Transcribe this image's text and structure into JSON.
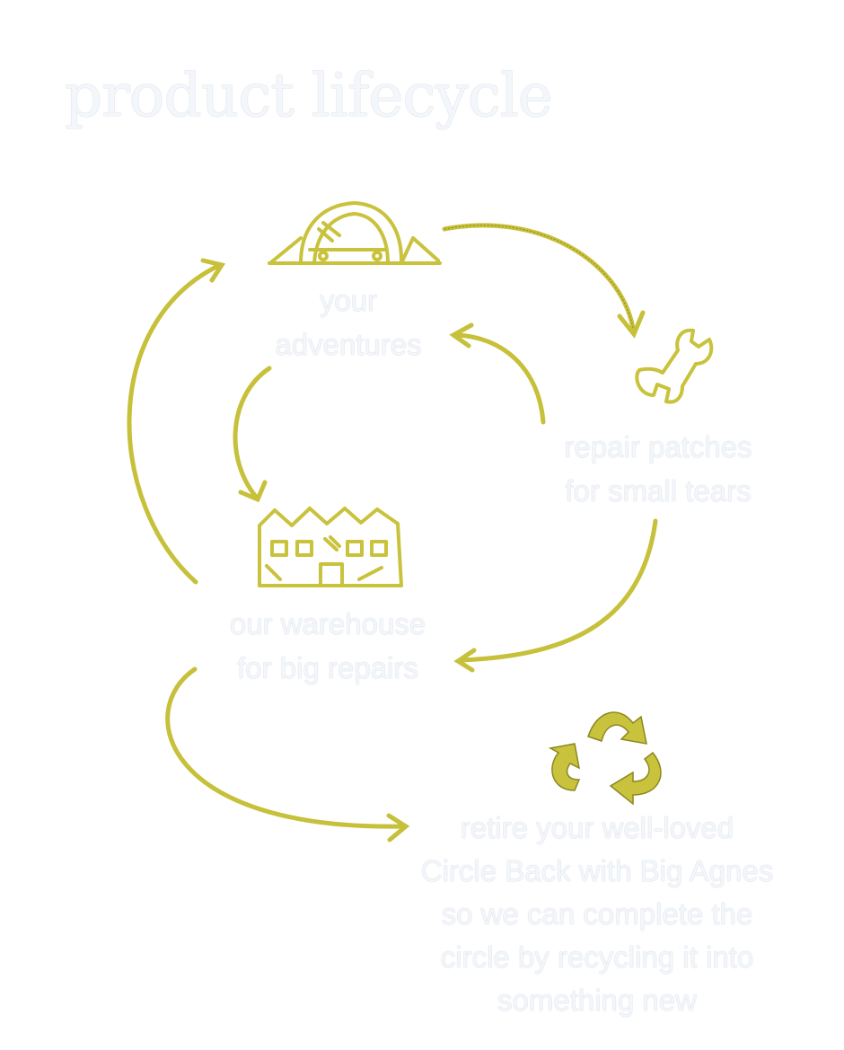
{
  "title": "product lifecycle",
  "nodes": {
    "adventures": {
      "line1": "your",
      "line2": "adventures",
      "icon": "tent-icon"
    },
    "repair_patches": {
      "line1": "repair patches",
      "line2": "for small tears",
      "icon": "wrench-icon"
    },
    "warehouse": {
      "line1": "our warehouse",
      "line2": "for big repairs",
      "icon": "warehouse-icon"
    },
    "recycle": {
      "lines": [
        "retire your well-loved",
        "Circle Back with Big Agnes",
        "so we can complete the",
        "circle by recycling it into",
        "something new"
      ],
      "icon": "recycle-icon"
    }
  },
  "colors": {
    "accent": "#c7c03a",
    "text": "#f3f7fc"
  }
}
